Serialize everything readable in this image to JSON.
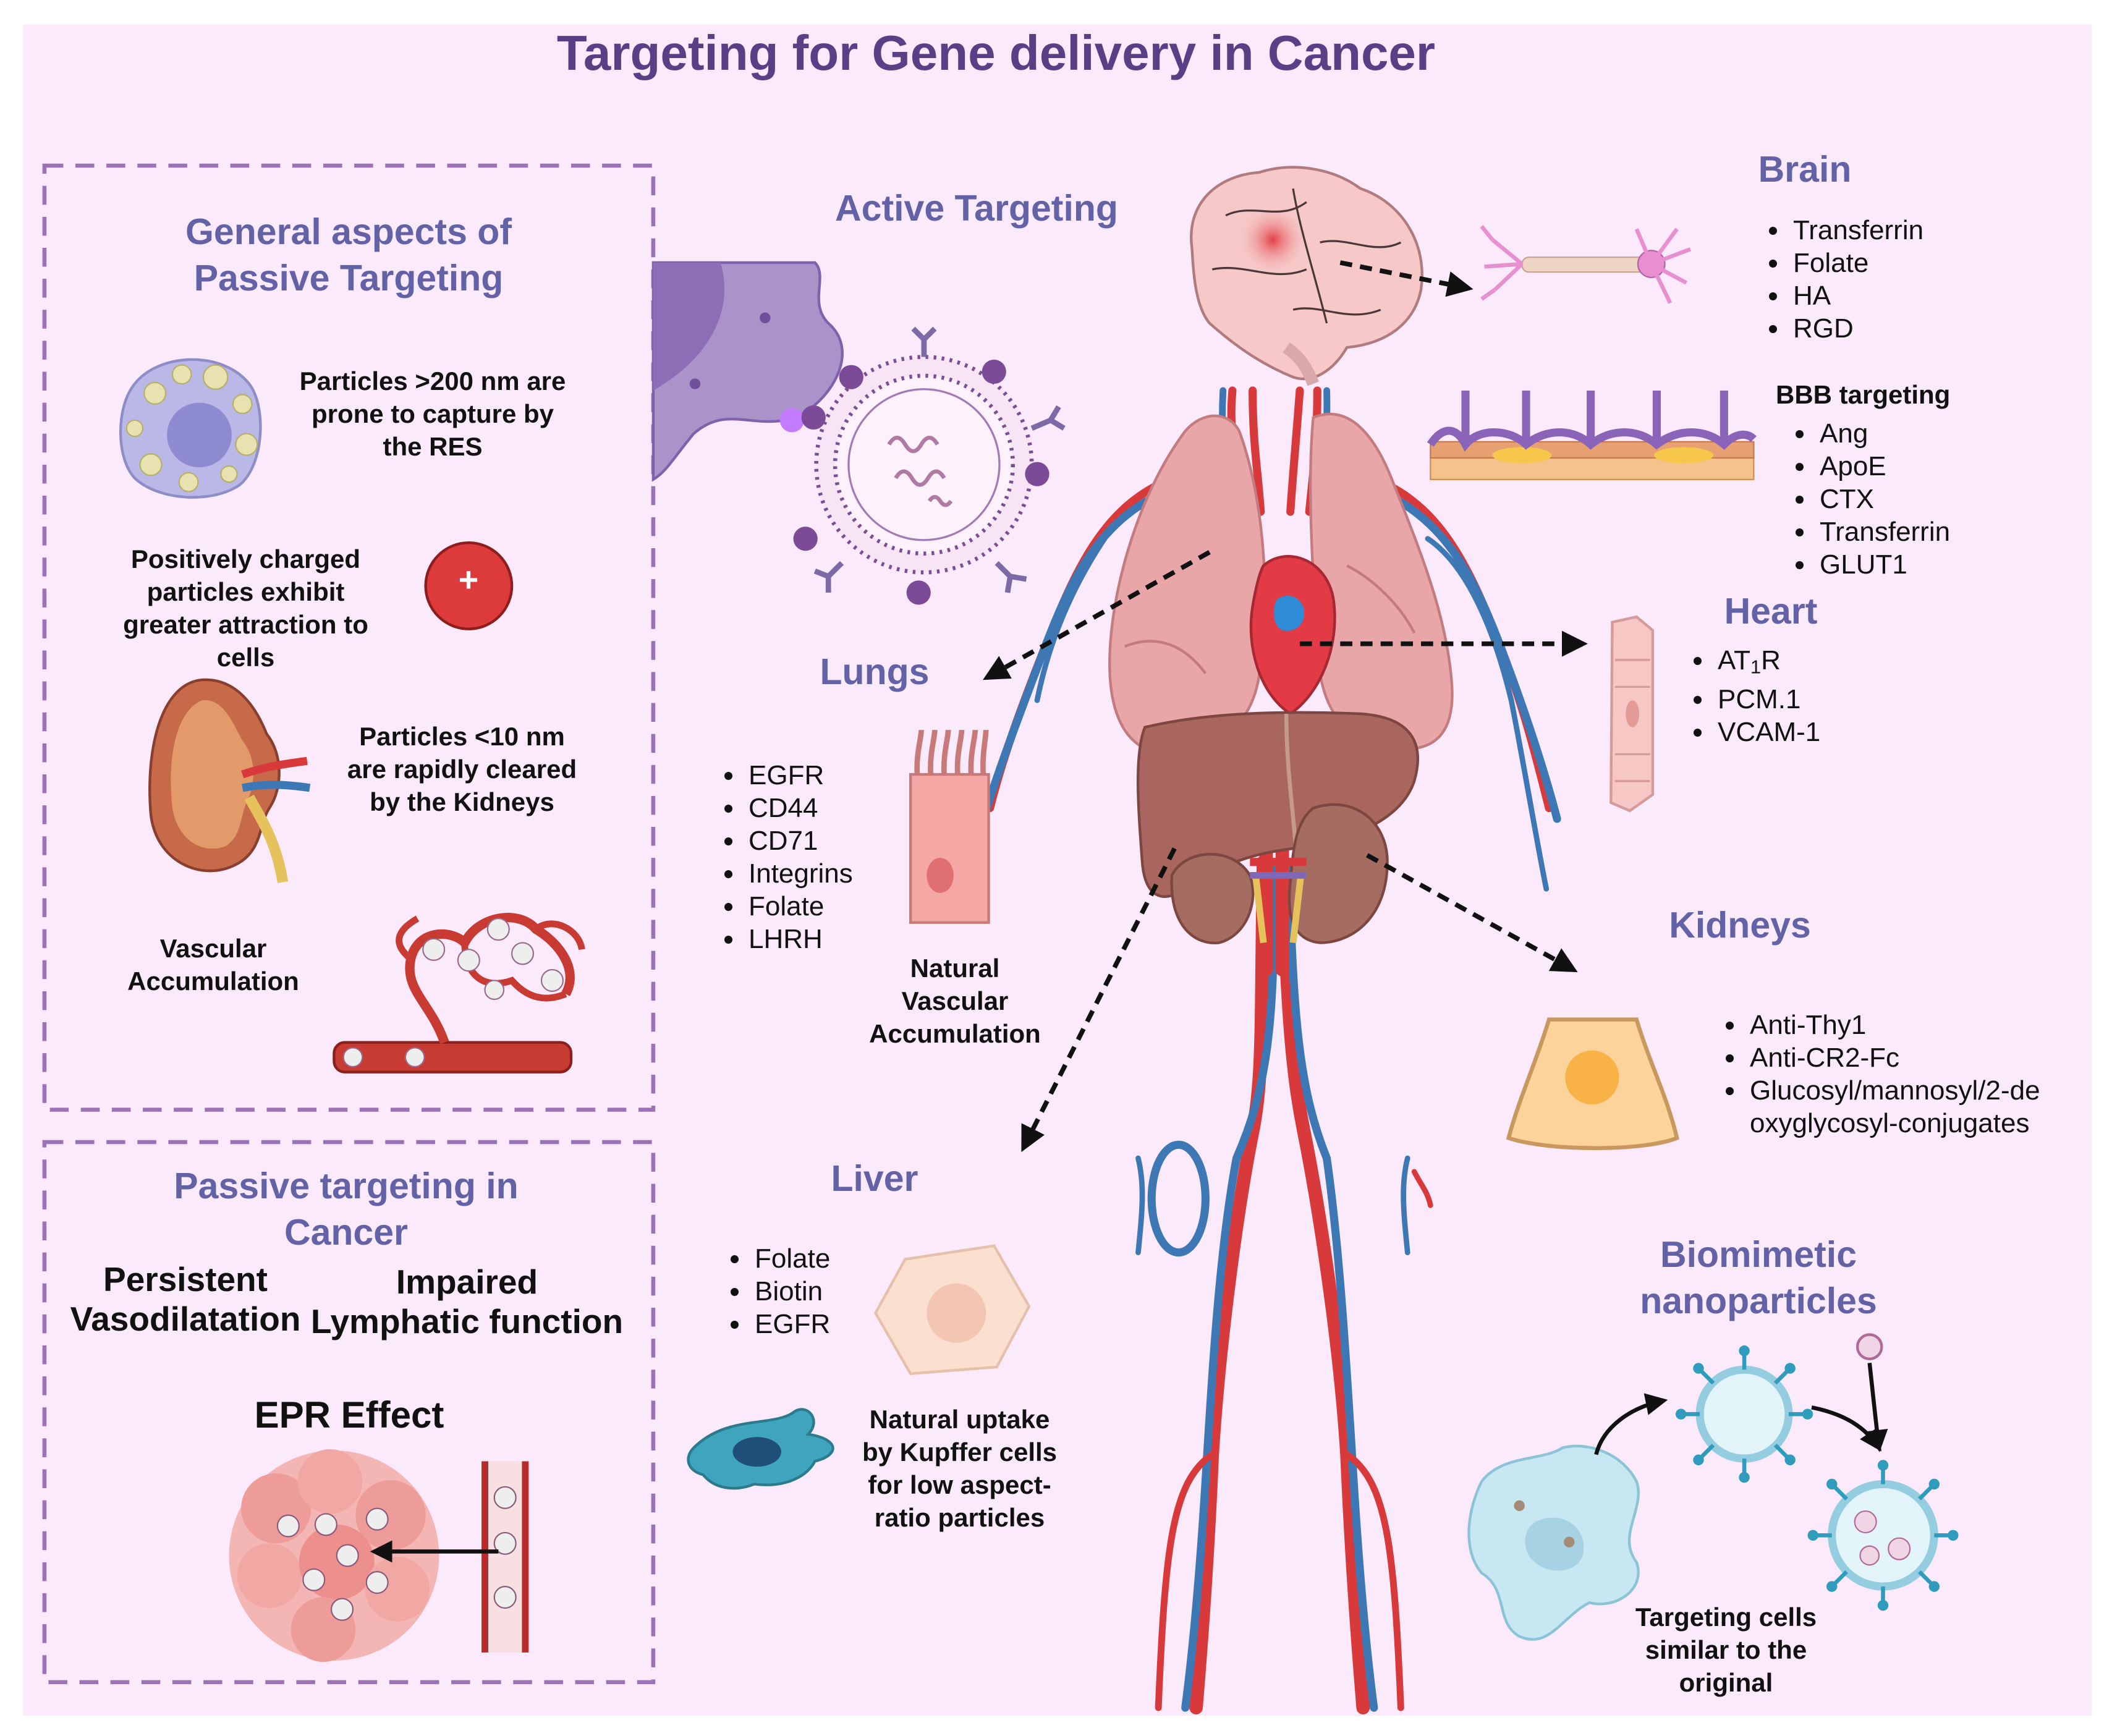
{
  "title": "Targeting for Gene delivery in Cancer",
  "passive_general": {
    "heading": "General aspects of Passive Targeting",
    "res_text": "Particles >200 nm are prone to capture by the  RES",
    "charge_text": "Positively charged particles exhibit greater attraction to cells",
    "charge_symbol": "+",
    "kidney_text": "Particles <10 nm are rapidly cleared by the Kidneys",
    "vascular_text": "Vascular Accumulation"
  },
  "passive_cancer": {
    "heading": "Passive targeting in Cancer",
    "vasodilatation": "Persistent Vasodilatation",
    "lymphatic": "Impaired Lymphatic function",
    "epr": "EPR Effect"
  },
  "active": {
    "heading": "Active Targeting"
  },
  "brain": {
    "heading": "Brain",
    "items": [
      "Transferrin",
      "Folate",
      "HA",
      "RGD"
    ],
    "bbb_heading": "BBB targeting",
    "bbb_items": [
      "Ang",
      "ApoE",
      "CTX",
      "Transferrin",
      "GLUT1"
    ]
  },
  "heart": {
    "heading": "Heart",
    "item1_main": "AT",
    "item1_sub": "1",
    "item1_end": "R",
    "items": [
      "PCM.1",
      "VCAM-1"
    ]
  },
  "lungs": {
    "heading": "Lungs",
    "items": [
      "EGFR",
      "CD44",
      "CD71",
      "Integrins",
      "Folate",
      "LHRH"
    ],
    "note": "Natural Vascular Accumulation"
  },
  "kidneys": {
    "heading": "Kidneys",
    "items": [
      "Anti-Thy1",
      "Anti-CR2-Fc",
      "Glucosyl/mannosyl/2-deoxyglycosyl-conjugates"
    ]
  },
  "liver": {
    "heading": "Liver",
    "items": [
      "Folate",
      "Biotin",
      "EGFR"
    ],
    "note": "Natural uptake by Kupffer cells for low aspect-ratio particles"
  },
  "biomimetic": {
    "heading": "Biomimetic nanoparticles",
    "note": "Targeting cells similar to the original"
  },
  "colors": {
    "background": "#fbeafb",
    "heading": "#6362a6",
    "title": "#5a3f86",
    "dash_border": "#9b72b7",
    "artery": "#d8393b",
    "vein": "#3d78b4",
    "lung": "#e9a6a9",
    "liver": "#a9665f"
  }
}
